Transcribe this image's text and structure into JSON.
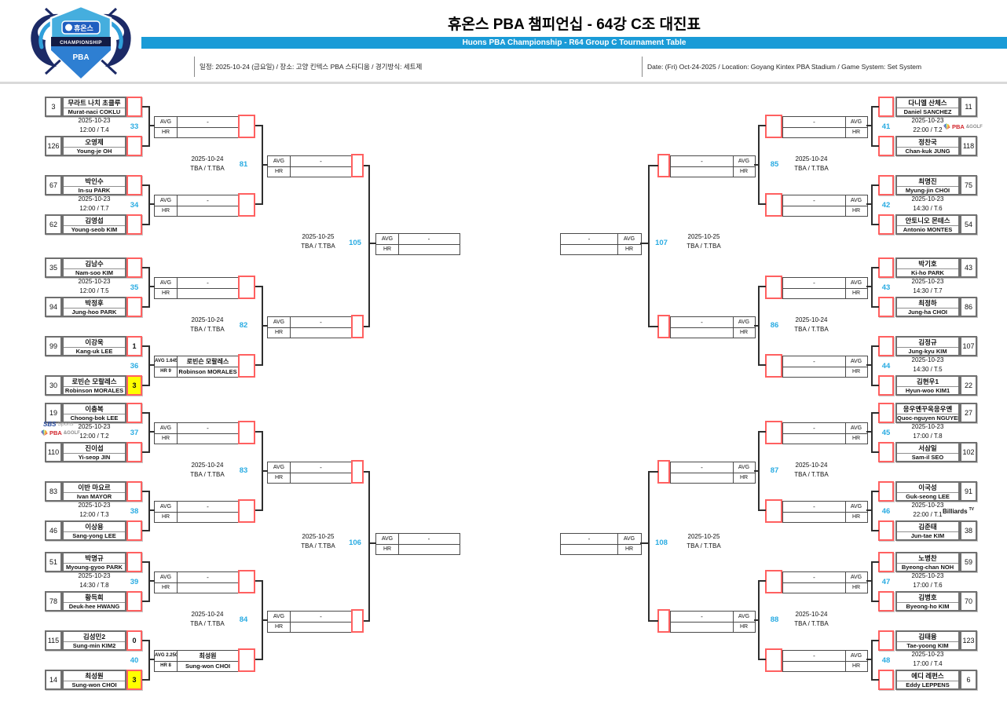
{
  "header": {
    "title": "휴온스 PBA 챔피언십 - 64강 C조 대진표",
    "banner": "Huons PBA Championship - R64 Group C Tournament Table",
    "info_ko": "일정: 2025-10-24 (금요일) / 장소: 고양 킨텍스 PBA 스타디움 / 경기방식: 세트제",
    "info_en": "Date: (Fri) Oct-24-2025 / Location: Goyang Kintex PBA Stadium / Game System: Set System",
    "logo": {
      "name_ko": "휴온스",
      "championship": "CHAMPIONSHIP",
      "pba": "PBA"
    }
  },
  "colors": {
    "banner_bar": "#1a9bd7",
    "match_number": "#29abe2",
    "winner_highlight": "#ffff00",
    "box_red": "#ff6060"
  },
  "sponsors": {
    "sbs_sports": {
      "t1": "SBS",
      "t2": "Sports"
    },
    "pba_golf": {
      "t1": "PBA",
      "t2": "&GOLF"
    },
    "billiards_tv": {
      "t1": "Billiards",
      "t2": "TV"
    }
  },
  "bracket": {
    "left": {
      "r1": [
        {
          "no": "33",
          "date": "2025-10-23",
          "time": "12:00 / T.4",
          "sponsors": [],
          "p1": {
            "seed": "3",
            "ko": "무라트 나치 초클루",
            "en": "Murat-naci COKLU",
            "score": "",
            "win": false
          },
          "p2": {
            "seed": "126",
            "ko": "오영제",
            "en": "Young-je OH",
            "score": "",
            "win": false
          },
          "result": {
            "avg": "AVG",
            "hr": "HR",
            "ko": "-",
            "en": ""
          }
        },
        {
          "no": "34",
          "date": "2025-10-23",
          "time": "12:00 / T.7",
          "sponsors": [],
          "p1": {
            "seed": "67",
            "ko": "박인수",
            "en": "In-su PARK",
            "score": "",
            "win": false
          },
          "p2": {
            "seed": "62",
            "ko": "김영섭",
            "en": "Young-seob KIM",
            "score": "",
            "win": false
          },
          "result": {
            "avg": "AVG",
            "hr": "HR",
            "ko": "-",
            "en": ""
          }
        },
        {
          "no": "35",
          "date": "2025-10-23",
          "time": "12:00 / T.5",
          "sponsors": [],
          "p1": {
            "seed": "35",
            "ko": "김남수",
            "en": "Nam-soo KIM",
            "score": "",
            "win": false
          },
          "p2": {
            "seed": "94",
            "ko": "박정후",
            "en": "Jung-hoo PARK",
            "score": "",
            "win": false
          },
          "result": {
            "avg": "AVG",
            "hr": "HR",
            "ko": "-",
            "en": ""
          }
        },
        {
          "no": "36",
          "date": "",
          "time": "",
          "sponsors": [],
          "p1": {
            "seed": "99",
            "ko": "이강욱",
            "en": "Kang-uk LEE",
            "score": "1",
            "win": false
          },
          "p2": {
            "seed": "30",
            "ko": "로빈슨 모랄레스",
            "en": "Robinson MORALES",
            "score": "3",
            "win": true
          },
          "result": {
            "avg": "AVG 1.645",
            "hr": "HR 9",
            "ko": "로빈슨 모랄레스",
            "en": "Robinson MORALES"
          }
        },
        {
          "no": "37",
          "date": "2025-10-23",
          "time": "12:00 / T.2",
          "sponsors": [
            "sbs_sports",
            "pba_golf"
          ],
          "p1": {
            "seed": "19",
            "ko": "이충복",
            "en": "Choong-bok LEE",
            "score": "",
            "win": false
          },
          "p2": {
            "seed": "110",
            "ko": "진이섭",
            "en": "Yi-seop JIN",
            "score": "",
            "win": false
          },
          "result": {
            "avg": "AVG",
            "hr": "HR",
            "ko": "-",
            "en": ""
          }
        },
        {
          "no": "38",
          "date": "2025-10-23",
          "time": "12:00 / T.3",
          "sponsors": [],
          "p1": {
            "seed": "83",
            "ko": "이반 마요르",
            "en": "Ivan MAYOR",
            "score": "",
            "win": false
          },
          "p2": {
            "seed": "46",
            "ko": "이상용",
            "en": "Sang-yong LEE",
            "score": "",
            "win": false
          },
          "result": {
            "avg": "AVG",
            "hr": "HR",
            "ko": "-",
            "en": ""
          }
        },
        {
          "no": "39",
          "date": "2025-10-23",
          "time": "14:30 / T.8",
          "sponsors": [],
          "p1": {
            "seed": "51",
            "ko": "박명규",
            "en": "Myoung-gyoo PARK",
            "score": "",
            "win": false
          },
          "p2": {
            "seed": "78",
            "ko": "황득희",
            "en": "Deuk-hee HWANG",
            "score": "",
            "win": false
          },
          "result": {
            "avg": "AVG",
            "hr": "HR",
            "ko": "-",
            "en": ""
          }
        },
        {
          "no": "40",
          "date": "",
          "time": "",
          "sponsors": [],
          "p1": {
            "seed": "115",
            "ko": "김성민2",
            "en": "Sung-min KIM2",
            "score": "0",
            "win": false
          },
          "p2": {
            "seed": "14",
            "ko": "최성원",
            "en": "Sung-won CHOI",
            "score": "3",
            "win": true
          },
          "result": {
            "avg": "AVG 2.250",
            "hr": "HR 8",
            "ko": "최성원",
            "en": "Sung-won CHOI"
          }
        }
      ],
      "r2": [
        {
          "no": "81",
          "date": "2025-10-24",
          "time": "TBA / T.TBA",
          "result": {
            "avg": "AVG",
            "hr": "HR",
            "ko": "-",
            "en": ""
          }
        },
        {
          "no": "82",
          "date": "2025-10-24",
          "time": "TBA / T.TBA",
          "result": {
            "avg": "AVG",
            "hr": "HR",
            "ko": "-",
            "en": ""
          }
        },
        {
          "no": "83",
          "date": "2025-10-24",
          "time": "TBA / T.TBA",
          "result": {
            "avg": "AVG",
            "hr": "HR",
            "ko": "-",
            "en": ""
          }
        },
        {
          "no": "84",
          "date": "2025-10-24",
          "time": "TBA / T.TBA",
          "result": {
            "avg": "AVG",
            "hr": "HR",
            "ko": "-",
            "en": ""
          }
        }
      ],
      "r3": [
        {
          "no": "105",
          "date": "2025-10-25",
          "time": "TBA / T.TBA",
          "result": {
            "avg": "AVG",
            "hr": "HR",
            "ko": "-",
            "en": ""
          }
        },
        {
          "no": "106",
          "date": "2025-10-25",
          "time": "TBA / T.TBA",
          "result": {
            "avg": "AVG",
            "hr": "HR",
            "ko": "-",
            "en": ""
          }
        }
      ]
    },
    "right": {
      "r1": [
        {
          "no": "41",
          "date": "2025-10-23",
          "time": "22:00 / T.2",
          "sponsors": [
            "pba_golf"
          ],
          "p1": {
            "seed": "11",
            "ko": "다니엘 산체스",
            "en": "Daniel SANCHEZ",
            "score": "",
            "win": false
          },
          "p2": {
            "seed": "118",
            "ko": "정찬국",
            "en": "Chan-kuk JUNG",
            "score": "",
            "win": false
          },
          "result": {
            "avg": "AVG",
            "hr": "HR",
            "ko": "-",
            "en": ""
          }
        },
        {
          "no": "42",
          "date": "2025-10-23",
          "time": "14:30 / T.6",
          "sponsors": [],
          "p1": {
            "seed": "75",
            "ko": "최명진",
            "en": "Myung-jin CHOI",
            "score": "",
            "win": false
          },
          "p2": {
            "seed": "54",
            "ko": "안토니오 몬테스",
            "en": "Antonio MONTES",
            "score": "",
            "win": false
          },
          "result": {
            "avg": "AVG",
            "hr": "HR",
            "ko": "-",
            "en": ""
          }
        },
        {
          "no": "43",
          "date": "2025-10-23",
          "time": "14:30 / T.7",
          "sponsors": [],
          "p1": {
            "seed": "43",
            "ko": "박기호",
            "en": "Ki-ho PARK",
            "score": "",
            "win": false
          },
          "p2": {
            "seed": "86",
            "ko": "최정하",
            "en": "Jung-ha CHOI",
            "score": "",
            "win": false
          },
          "result": {
            "avg": "AVG",
            "hr": "HR",
            "ko": "-",
            "en": ""
          }
        },
        {
          "no": "44",
          "date": "2025-10-23",
          "time": "14:30 / T.5",
          "sponsors": [],
          "p1": {
            "seed": "107",
            "ko": "김정규",
            "en": "Jung-kyu KIM",
            "score": "",
            "win": false
          },
          "p2": {
            "seed": "22",
            "ko": "김현우1",
            "en": "Hyun-woo KIM1",
            "score": "",
            "win": false
          },
          "result": {
            "avg": "AVG",
            "hr": "HR",
            "ko": "-",
            "en": ""
          }
        },
        {
          "no": "45",
          "date": "2025-10-23",
          "time": "17:00 / T.8",
          "sponsors": [],
          "p1": {
            "seed": "27",
            "ko": "응우옌꾸옥응우옌",
            "en": "Quoc-nguyen NGUYEN",
            "score": "",
            "win": false
          },
          "p2": {
            "seed": "102",
            "ko": "서삼일",
            "en": "Sam-il SEO",
            "score": "",
            "win": false
          },
          "result": {
            "avg": "AVG",
            "hr": "HR",
            "ko": "-",
            "en": ""
          }
        },
        {
          "no": "46",
          "date": "2025-10-23",
          "time": "22:00 / T.1",
          "sponsors": [
            "billiards_tv"
          ],
          "p1": {
            "seed": "91",
            "ko": "이국성",
            "en": "Guk-seong LEE",
            "score": "",
            "win": false
          },
          "p2": {
            "seed": "38",
            "ko": "김준태",
            "en": "Jun-tae KIM",
            "score": "",
            "win": false
          },
          "result": {
            "avg": "AVG",
            "hr": "HR",
            "ko": "-",
            "en": ""
          }
        },
        {
          "no": "47",
          "date": "2025-10-23",
          "time": "17:00 / T.6",
          "sponsors": [],
          "p1": {
            "seed": "59",
            "ko": "노병찬",
            "en": "Byeong-chan NOH",
            "score": "",
            "win": false
          },
          "p2": {
            "seed": "70",
            "ko": "김병호",
            "en": "Byeong-ho KIM",
            "score": "",
            "win": false
          },
          "result": {
            "avg": "AVG",
            "hr": "HR",
            "ko": "-",
            "en": ""
          }
        },
        {
          "no": "48",
          "date": "2025-10-23",
          "time": "17:00 / T.4",
          "sponsors": [],
          "p1": {
            "seed": "123",
            "ko": "김태융",
            "en": "Tae-yoong KIM",
            "score": "",
            "win": false
          },
          "p2": {
            "seed": "6",
            "ko": "에디 레펀스",
            "en": "Eddy LEPPENS",
            "score": "",
            "win": false
          },
          "result": {
            "avg": "AVG",
            "hr": "HR",
            "ko": "-",
            "en": ""
          }
        }
      ],
      "r2": [
        {
          "no": "85",
          "date": "2025-10-24",
          "time": "TBA / T.TBA",
          "result": {
            "avg": "AVG",
            "hr": "HR",
            "ko": "-",
            "en": ""
          }
        },
        {
          "no": "86",
          "date": "2025-10-24",
          "time": "TBA / T.TBA",
          "result": {
            "avg": "AVG",
            "hr": "HR",
            "ko": "-",
            "en": ""
          }
        },
        {
          "no": "87",
          "date": "2025-10-24",
          "time": "TBA / T.TBA",
          "result": {
            "avg": "AVG",
            "hr": "HR",
            "ko": "-",
            "en": ""
          }
        },
        {
          "no": "88",
          "date": "2025-10-24",
          "time": "TBA / T.TBA",
          "result": {
            "avg": "AVG",
            "hr": "HR",
            "ko": "-",
            "en": ""
          }
        }
      ],
      "r3": [
        {
          "no": "107",
          "date": "2025-10-25",
          "time": "TBA / T.TBA",
          "result": {
            "avg": "AVG",
            "hr": "HR",
            "ko": "-",
            "en": ""
          }
        },
        {
          "no": "108",
          "date": "2025-10-25",
          "time": "TBA / T.TBA",
          "result": {
            "avg": "AVG",
            "hr": "HR",
            "ko": "-",
            "en": ""
          }
        }
      ]
    }
  }
}
